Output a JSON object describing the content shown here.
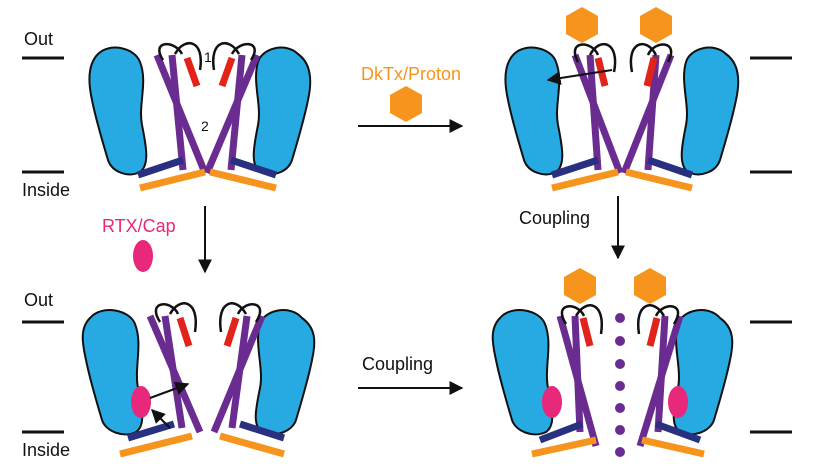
{
  "labels": {
    "out_top": "Out",
    "inside_top": "Inside",
    "out_bottom": "Out",
    "inside_bottom": "Inside",
    "marker_1": "1",
    "marker_2": "2",
    "dktx_proton": "DkTx/Proton",
    "rtx_cap": "RTX/Cap",
    "coupling_vertical": "Coupling",
    "coupling_horizontal": "Coupling"
  },
  "colors": {
    "membrane_blue": "#27A9E1",
    "helix_purple": "#6A2C91",
    "stub_navy": "#28307F",
    "bar_orange": "#F7941D",
    "loop_red": "#E2231A",
    "ligand_pink": "#E8287A",
    "toxin_orange": "#F7941D",
    "text_orange": "#F7941D",
    "text_pink": "#E8287A",
    "ink": "#111111"
  }
}
